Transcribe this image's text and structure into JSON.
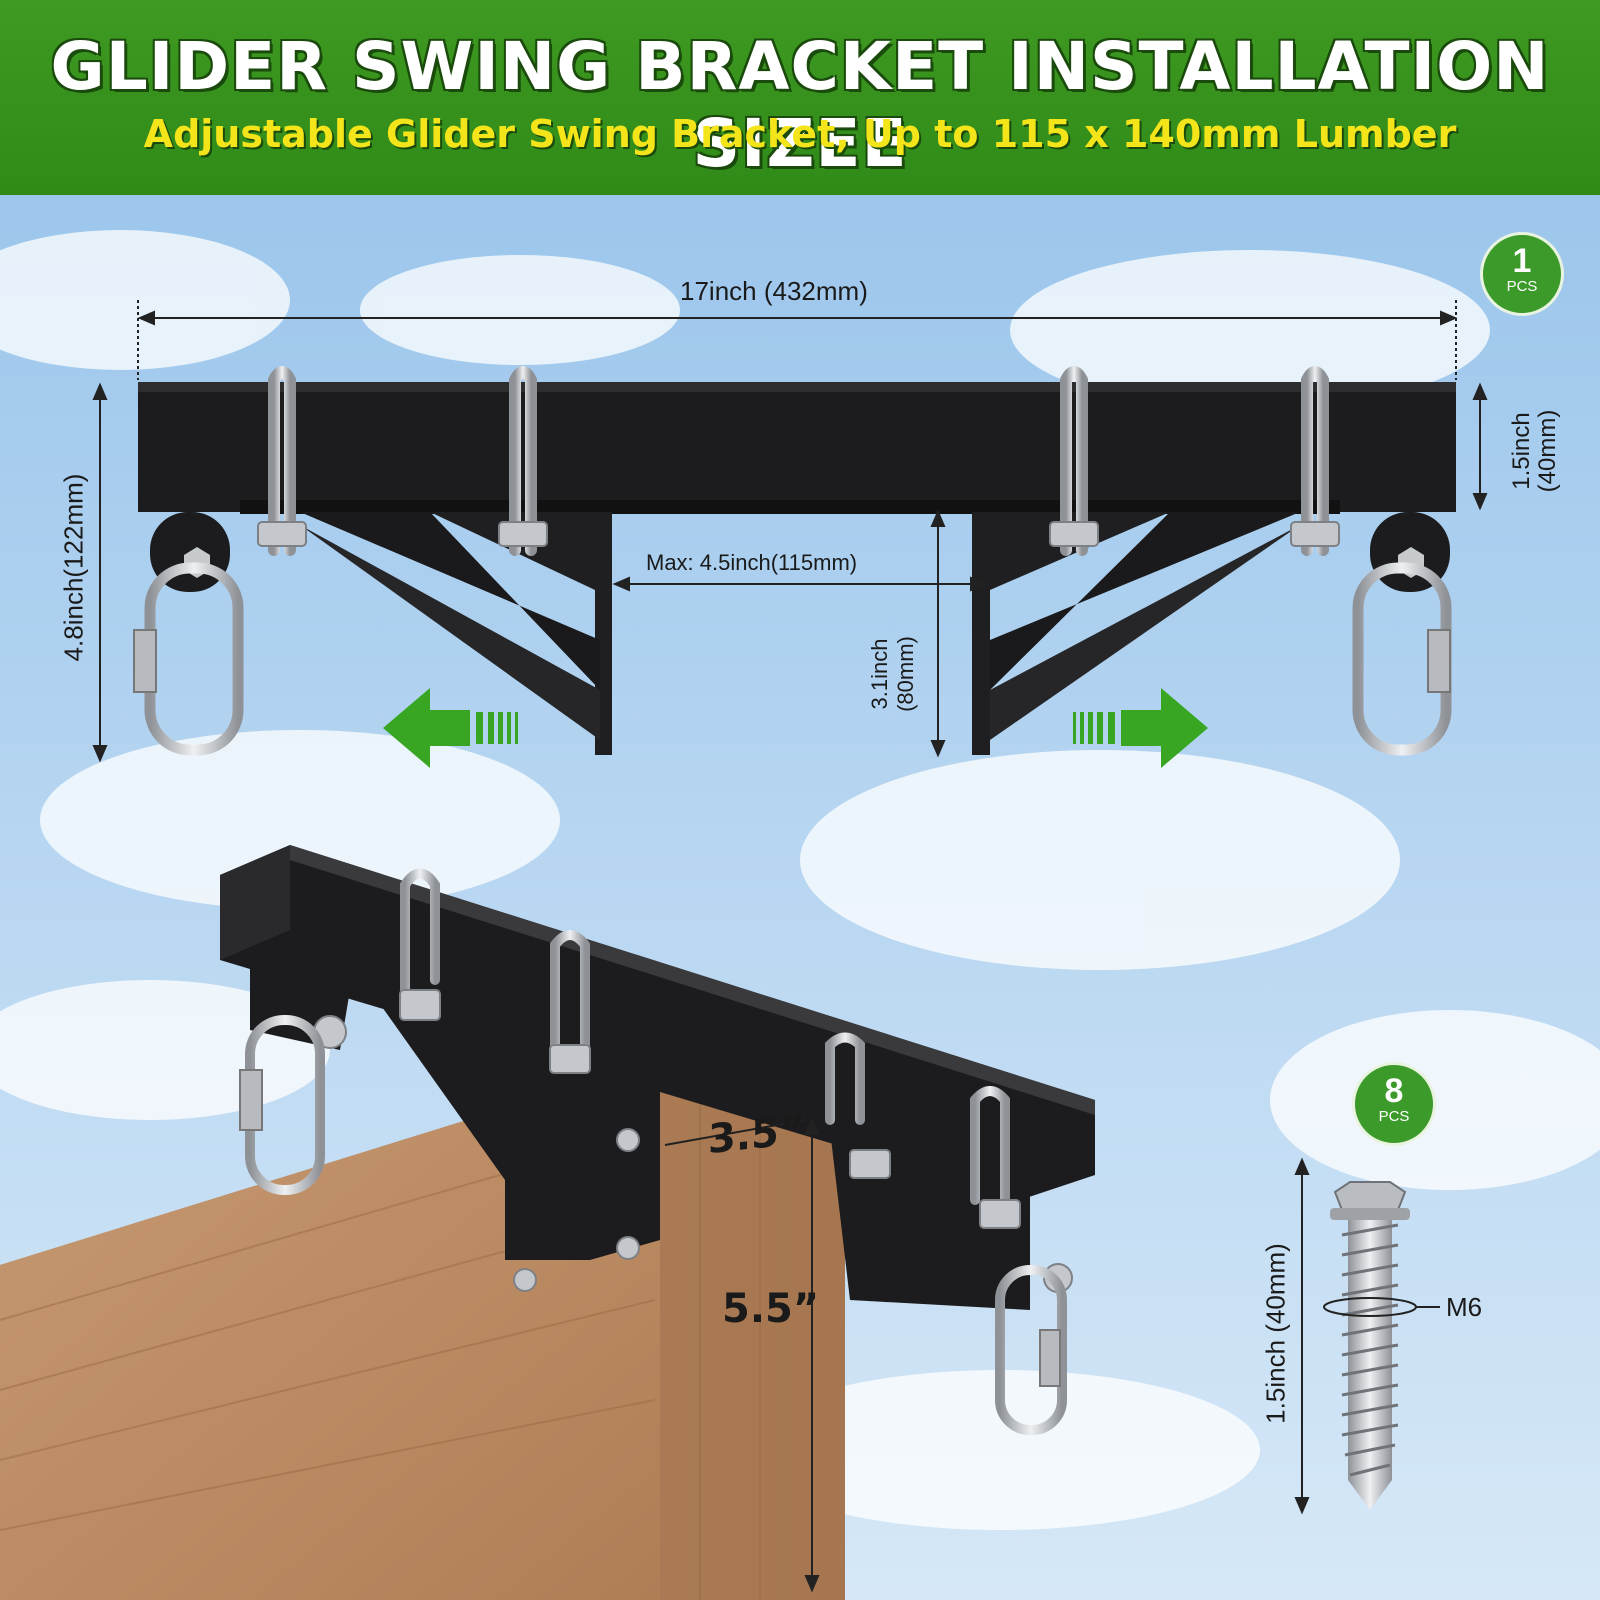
{
  "header": {
    "title": "GLIDER SWING BRACKET INSTALLATION SIZEE",
    "subtitle": "Adjustable Glider Swing Bracket, Up to 115 x 140mm Lumber"
  },
  "dimensions": {
    "length": "17inch (432mm)",
    "tube_height_line1": "1.5inch",
    "tube_height_line2": "(40mm)",
    "total_height": "4.8inch(122mm)",
    "max_gap": "Max: 4.5inch(115mm)",
    "leg_height_line1": "3.1inch",
    "leg_height_line2": "(80mm)"
  },
  "lumber": {
    "width": "3.5”",
    "height": "5.5”"
  },
  "bracket_badge": {
    "count": "1",
    "unit": "PCS"
  },
  "screw_badge": {
    "count": "8",
    "unit": "PCS"
  },
  "screw": {
    "length": "1.5inch (40mm)",
    "thread": "M6"
  },
  "colors": {
    "header_green": "#3f9a22",
    "subtitle_yellow": "#f4e41a",
    "steel_black": "#1c1c1e",
    "arrow_green": "#38a622"
  }
}
